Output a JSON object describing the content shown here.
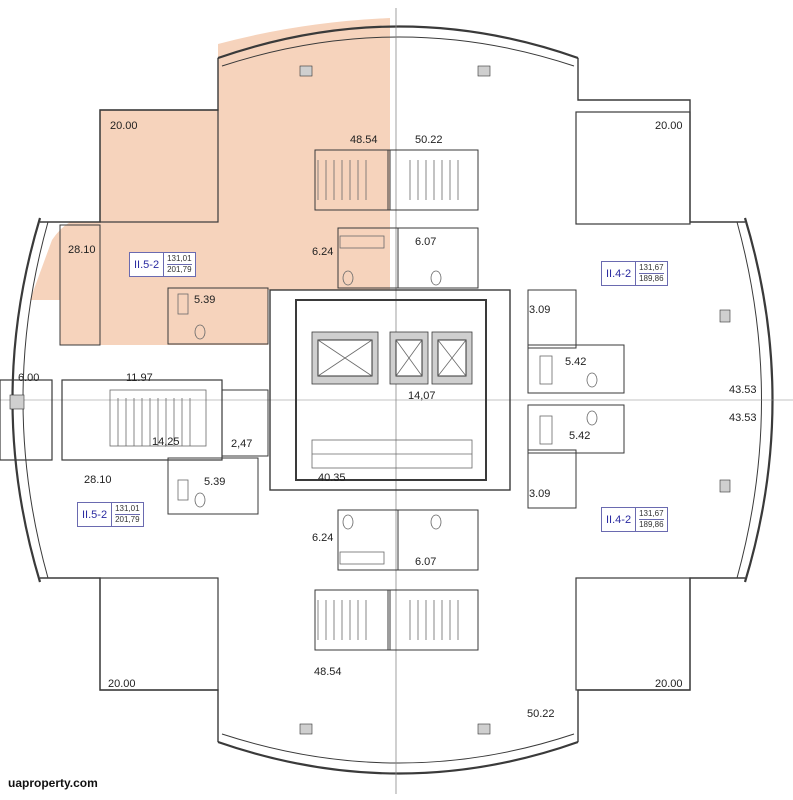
{
  "areas": [
    {
      "id": "a1",
      "value": "20.00"
    },
    {
      "id": "a2",
      "value": "48.54"
    },
    {
      "id": "a3",
      "value": "50.22"
    },
    {
      "id": "a4",
      "value": "20.00"
    },
    {
      "id": "a5",
      "value": "28.10"
    },
    {
      "id": "a6",
      "value": "6.24"
    },
    {
      "id": "a7",
      "value": "6.07"
    },
    {
      "id": "a8",
      "value": "5.39"
    },
    {
      "id": "a9",
      "value": "3.09"
    },
    {
      "id": "a10",
      "value": "6.00"
    },
    {
      "id": "a11",
      "value": "11.97"
    },
    {
      "id": "a12",
      "value": "5.42"
    },
    {
      "id": "a13",
      "value": "14,07"
    },
    {
      "id": "a14",
      "value": "43.53"
    },
    {
      "id": "a15",
      "value": "43.53"
    },
    {
      "id": "a16",
      "value": "14,25"
    },
    {
      "id": "a17",
      "value": "2,47"
    },
    {
      "id": "a18",
      "value": "5.42"
    },
    {
      "id": "a19",
      "value": "28.10"
    },
    {
      "id": "a20",
      "value": "5.39"
    },
    {
      "id": "a21",
      "value": "40.35"
    },
    {
      "id": "a22",
      "value": "3.09"
    },
    {
      "id": "a23",
      "value": "6.24"
    },
    {
      "id": "a24",
      "value": "6.07"
    },
    {
      "id": "a25",
      "value": "48.54"
    },
    {
      "id": "a26",
      "value": "20.00"
    },
    {
      "id": "a27",
      "value": "20.00"
    },
    {
      "id": "a28",
      "value": "50.22"
    }
  ],
  "units": [
    {
      "code": "II.5-2",
      "living": "131,01",
      "total": "201,79"
    },
    {
      "code": "II.4-2",
      "living": "131,67",
      "total": "189,86"
    },
    {
      "code": "II.4-2",
      "living": "131,67",
      "total": "189,86"
    },
    {
      "code": "II.5-2",
      "living": "131,01",
      "total": "201,79"
    }
  ],
  "watermark": "uaproperty.com",
  "colors": {
    "highlight": "#f6d3bc",
    "wall": "#3a3a3a",
    "unit_label": "#2a2aa0"
  }
}
